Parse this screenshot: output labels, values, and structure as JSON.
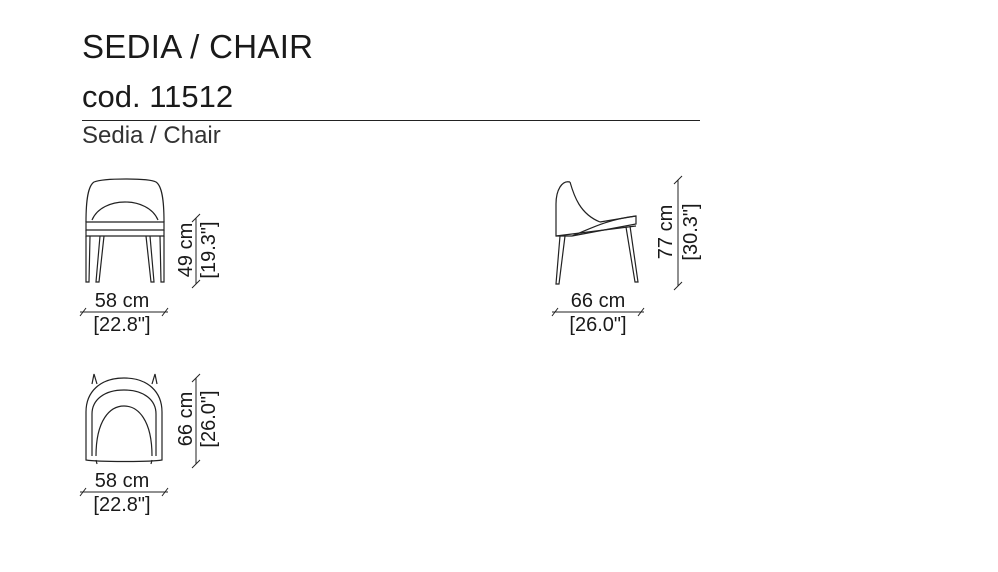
{
  "header": {
    "title": "SEDIA / CHAIR",
    "code": "cod. 11512",
    "subtitle": "Sedia / Chair"
  },
  "views": {
    "front": {
      "width_cm": "58 cm",
      "width_in": "[22.8\"]",
      "height_cm": "49 cm",
      "height_in": "[19.3\"]"
    },
    "side": {
      "width_cm": "66 cm",
      "width_in": "[26.0\"]",
      "height_cm": "77 cm",
      "height_in": "[30.3\"]"
    },
    "top": {
      "width_cm": "58 cm",
      "width_in": "[22.8\"]",
      "depth_cm": "66 cm",
      "depth_in": "[26.0\"]"
    }
  }
}
